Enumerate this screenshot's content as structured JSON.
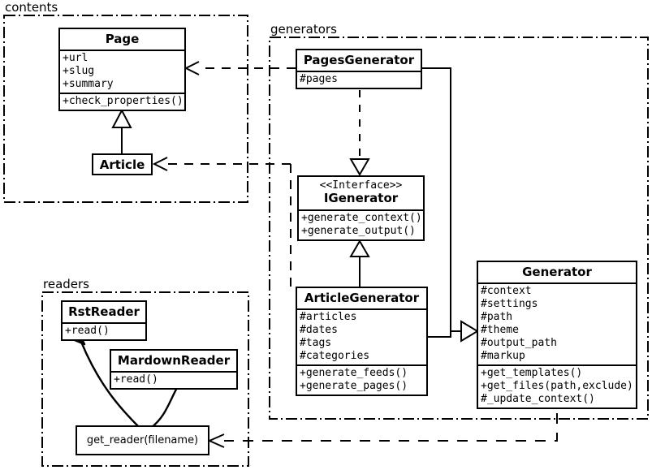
{
  "diagram": {
    "type": "uml-class-diagram",
    "background": "#ffffff",
    "line_color": "#000000"
  },
  "packages": [
    {
      "id": "contents",
      "label": "contents"
    },
    {
      "id": "generators",
      "label": "generators"
    },
    {
      "id": "readers",
      "label": "readers"
    }
  ],
  "classes": {
    "page": {
      "name": "Page",
      "attributes": [
        "+url",
        "+slug",
        "+summary"
      ],
      "methods": [
        "+check_properties()"
      ]
    },
    "article": {
      "name": "Article",
      "attributes": [],
      "methods": []
    },
    "pages_generator": {
      "name": "PagesGenerator",
      "attributes": [
        "#pages"
      ],
      "methods": []
    },
    "igenerator": {
      "stereotype": "<<Interface>>",
      "name": "IGenerator",
      "attributes": [],
      "methods": [
        "+generate_context()",
        "+generate_output()"
      ]
    },
    "article_generator": {
      "name": "ArticleGenerator",
      "attributes": [
        "#articles",
        "#dates",
        "#tags",
        "#categories"
      ],
      "methods": [
        "+generate_feeds()",
        "+generate_pages()"
      ]
    },
    "generator": {
      "name": "Generator",
      "attributes": [
        "#context",
        "#settings",
        "#path",
        "#theme",
        "#output_path",
        "#markup"
      ],
      "methods": [
        "+get_templates()",
        "+get_files(path,exclude)",
        "#_update_context()"
      ]
    },
    "rst_reader": {
      "name": "RstReader",
      "attributes": [],
      "methods": [
        "+read()"
      ]
    },
    "mardown_reader": {
      "name": "MardownReader",
      "attributes": [],
      "methods": [
        "+read()"
      ]
    }
  },
  "functions": {
    "get_reader": {
      "label": "get_reader(filename)"
    }
  },
  "relationships": [
    {
      "from": "article",
      "to": "page",
      "kind": "generalization"
    },
    {
      "from": "pages_generator",
      "to": "igenerator",
      "kind": "realization"
    },
    {
      "from": "article_generator",
      "to": "igenerator",
      "kind": "generalization"
    },
    {
      "from": "pages_generator",
      "to": "generator",
      "kind": "generalization"
    },
    {
      "from": "article_generator",
      "to": "generator",
      "kind": "generalization"
    },
    {
      "from": "pages_generator",
      "to": "page",
      "kind": "dependency"
    },
    {
      "from": "article_generator",
      "to": "article",
      "kind": "dependency"
    },
    {
      "from": "generator",
      "to": "get_reader",
      "kind": "dependency"
    },
    {
      "from": "get_reader",
      "to": "rst_reader",
      "kind": "uses"
    },
    {
      "from": "get_reader",
      "to": "mardown_reader",
      "kind": "uses"
    }
  ]
}
